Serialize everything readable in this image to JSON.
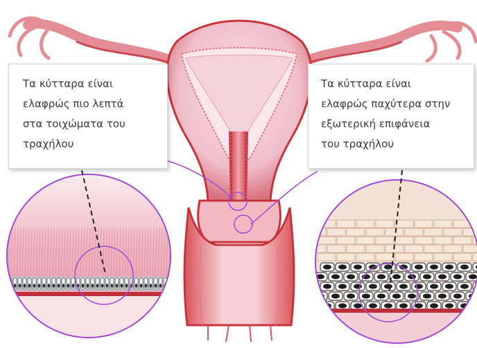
{
  "callouts": {
    "left": {
      "lines": [
        "Τα κύτταρα είναι",
        "ελαφρώς πιο λεπτά",
        "στα τοιχώματα του",
        "τραχήλου"
      ]
    },
    "right": {
      "lines": [
        "Τα κύτταρα είναι",
        "ελαφρώς παχύτερα στην",
        "εξωτερική επιφάνεια",
        "του τραχήλου"
      ]
    }
  },
  "colors": {
    "ring": "#a24ad6",
    "tissue_pink": "#f3c9d2",
    "tissue_red": "#c8323a",
    "cell_dark": "#222222",
    "text": "#3a3a3a"
  }
}
